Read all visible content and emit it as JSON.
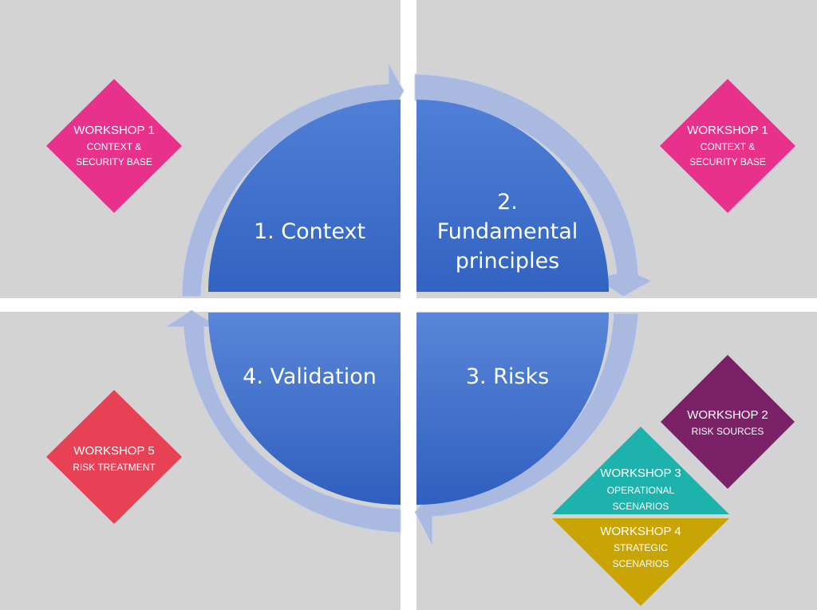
{
  "quadrants": [
    {
      "label": "1. Context"
    },
    {
      "lines": [
        "2.",
        "Fundamental",
        "principles"
      ]
    },
    {
      "label": "3. Risks"
    },
    {
      "label": "4. Validation"
    }
  ],
  "workshops": {
    "tl": {
      "title": "WORKSHOP 1",
      "lines": [
        "CONTEXT &",
        "SECURITY BASE"
      ],
      "color": "#e8318a"
    },
    "tr": {
      "title": "WORKSHOP 1",
      "lines": [
        "CONTEXT &",
        "SECURITY BASE"
      ],
      "color": "#e8318a"
    },
    "bl": {
      "title": "WORKSHOP 5",
      "lines": [
        "RISK TREATMENT"
      ],
      "color": "#e84055"
    },
    "w2": {
      "title": "WORKSHOP 2",
      "lines": [
        "RISK SOURCES"
      ],
      "color": "#7a2167"
    },
    "w3": {
      "title": "WORKSHOP 3",
      "lines": [
        "OPERATIONAL",
        "SCENARIOS"
      ],
      "color": "#1db3ac"
    },
    "w4": {
      "title": "WORKSHOP 4",
      "lines": [
        "STRATEGIC",
        "SCENARIOS"
      ],
      "color": "#c9a405"
    }
  },
  "colors": {
    "background": "#d3d3d3",
    "quadrant_fill": "#3f6fcb",
    "arrow": "#a9b9e0"
  }
}
